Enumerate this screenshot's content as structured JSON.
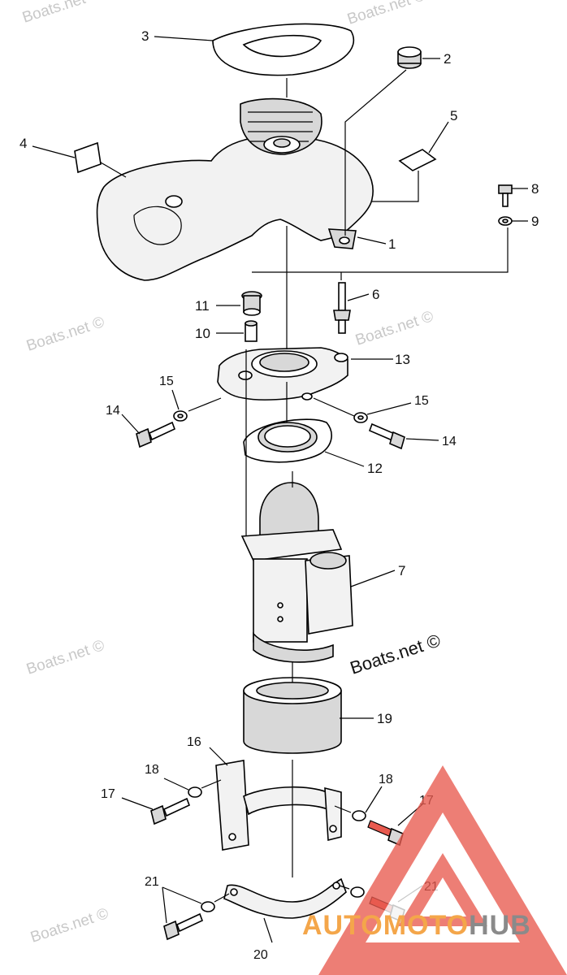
{
  "watermarks": [
    "Boats.net ©",
    "Boats.net ©",
    "Boats.net ©",
    "Boats.net ©",
    "Boats.net ©",
    "Boats.net ©"
  ],
  "credit": "Boats.net ©",
  "logo": {
    "part1": "AUTO",
    "part2": "MOTO",
    "part3": "HUB",
    "colors": {
      "auto": "#f4a64a",
      "hub": "#8a8a8a",
      "triangle": "#e85a4f"
    }
  },
  "callouts": {
    "c1": "1",
    "c2": "2",
    "c3": "3",
    "c4": "4",
    "c5": "5",
    "c6": "6",
    "c7": "7",
    "c8": "8",
    "c9": "9",
    "c10": "10",
    "c11": "11",
    "c12": "12",
    "c13": "13",
    "c14a": "14",
    "c14b": "14",
    "c15a": "15",
    "c15b": "15",
    "c16": "16",
    "c17a": "17",
    "c17b": "17",
    "c18a": "18",
    "c18b": "18",
    "c19": "19",
    "c20": "20",
    "c21a": "21",
    "c21b": "21"
  }
}
